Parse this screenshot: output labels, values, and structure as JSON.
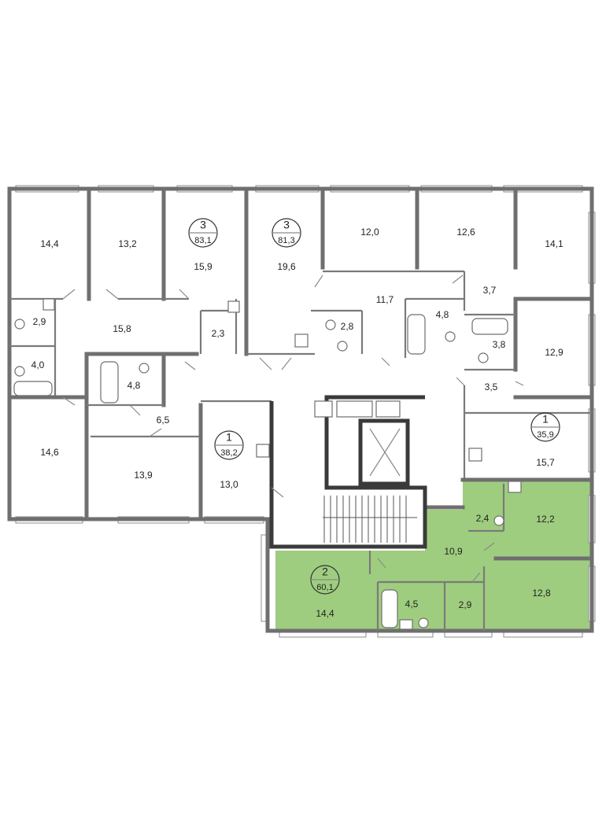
{
  "floor_plan": {
    "highlight_color": "#9fcd7f",
    "wall_color": "#6f6f6f",
    "apartments": [
      {
        "id": "apt-3a",
        "rooms": "3",
        "area": "83,1",
        "highlighted": false
      },
      {
        "id": "apt-3b",
        "rooms": "3",
        "area": "81,3",
        "highlighted": false
      },
      {
        "id": "apt-1a",
        "rooms": "1",
        "area": "38,2",
        "highlighted": false
      },
      {
        "id": "apt-1b",
        "rooms": "1",
        "area": "35,9",
        "highlighted": false
      },
      {
        "id": "apt-2",
        "rooms": "2",
        "area": "60,1",
        "highlighted": true
      }
    ],
    "rooms": [
      "14,4",
      "13,2",
      "15,9",
      "19,6",
      "12,0",
      "12,6",
      "14,1",
      "11,7",
      "3,7",
      "2,9",
      "15,8",
      "2,3",
      "2,8",
      "4,8",
      "4,0",
      "4,8",
      "3,8",
      "12,9",
      "3,5",
      "6,5",
      "14,6",
      "13,9",
      "13,0",
      "15,7",
      "2,4",
      "12,2",
      "10,9",
      "14,4",
      "4,5",
      "2,9",
      "12,8"
    ]
  }
}
